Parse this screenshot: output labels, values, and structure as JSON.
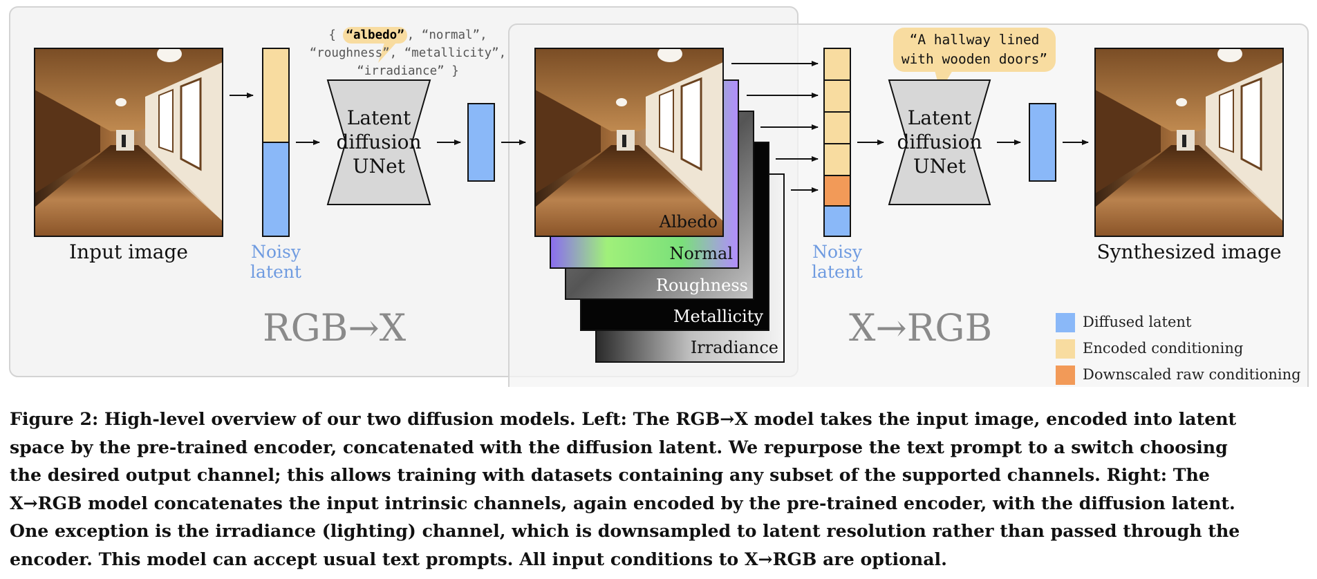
{
  "figure": {
    "left_panel": {
      "input_label": "Input image",
      "noisy_latent_label_1": "Noisy",
      "noisy_latent_label_2": "latent",
      "prompt_list": {
        "open": "{ ",
        "highlighted": "“albedo”",
        "rest1": ", “normal”,",
        "line2": "“roughness”, “metallicity”,",
        "line3": "“irradiance” }"
      },
      "unet_lines": [
        "Latent",
        "diffusion",
        "UNet"
      ],
      "title": "RGB→X"
    },
    "channels": [
      "Albedo",
      "Normal",
      "Roughness",
      "Metallicity",
      "Irradiance"
    ],
    "right_panel": {
      "noisy_latent_label_1": "Noisy",
      "noisy_latent_label_2": "latent",
      "text_prompt_line1": "“A hallway lined",
      "text_prompt_line2": "with wooden doors”",
      "unet_lines": [
        "Latent",
        "diffusion",
        "UNet"
      ],
      "output_label": "Synthesized image",
      "title": "X→RGB"
    },
    "legend": [
      {
        "label": "Diffused latent",
        "color": "#8ab8f8"
      },
      {
        "label": "Encoded conditioning",
        "color": "#f8dca0"
      },
      {
        "label": "Downscaled raw conditioning",
        "color": "#f29a58"
      }
    ],
    "colors": {
      "panel_bg": "#f4f4f4",
      "panel_border": "#d3d3d3",
      "unet_fill": "#d7d7d7",
      "noisy_label": "#6f9be0"
    }
  },
  "caption": [
    "Figure 2: High-level overview of our two diffusion models. Left: The RGB→X model takes the input image, encoded into latent",
    "space by the pre-trained encoder, concatenated with the diffusion latent. We repurpose the text prompt to a switch choosing",
    "the desired output channel; this allows training with datasets containing any subset of the supported channels. Right: The",
    "X→RGB model concatenates the input intrinsic channels, again encoded by the pre-trained encoder, with the diffusion latent.",
    "One exception is the irradiance (lighting) channel, which is downsampled to latent resolution rather than passed through the",
    "encoder. This model can accept usual text prompts. All input conditions to X→RGB are optional."
  ]
}
